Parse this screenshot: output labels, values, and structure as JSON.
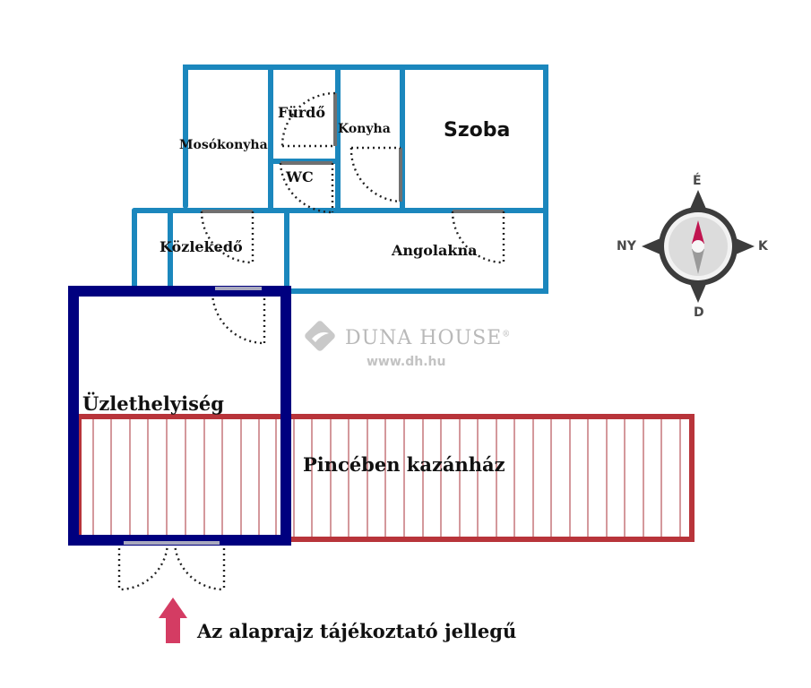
{
  "rooms": {
    "mosokonyha": "Mosókonyha",
    "furdo": "Fürdő",
    "konyha": "Konyha",
    "szoba": "Szoba",
    "wc": "WC",
    "kozlekedo": "Közlekedő",
    "angolakna": "Angolakna",
    "uzlethelyiseg": "Üzlethelyiség",
    "pinceben_kazanhaz": "Pincében kazánház"
  },
  "compass": {
    "north": "É",
    "south": "D",
    "east": "K",
    "west": "NY",
    "icon": "compass-icon"
  },
  "watermark": {
    "brand": "DUNA HOUSE",
    "registered": "®",
    "url": "www.dh.hu"
  },
  "note": {
    "text": "Az alaprajz tájékoztató jellegű",
    "icon": "entrance-arrow-icon"
  },
  "colors": {
    "apartment_wall": "#1b87bd",
    "shop_wall": "#00007f",
    "basement_wall": "#b8343a",
    "basement_hatch": "#b8555a",
    "door_leaf": "#707070",
    "arrow": "#d43c63",
    "compass_needle_north": "#c0144f",
    "compass_ring": "#3c3c3c"
  }
}
